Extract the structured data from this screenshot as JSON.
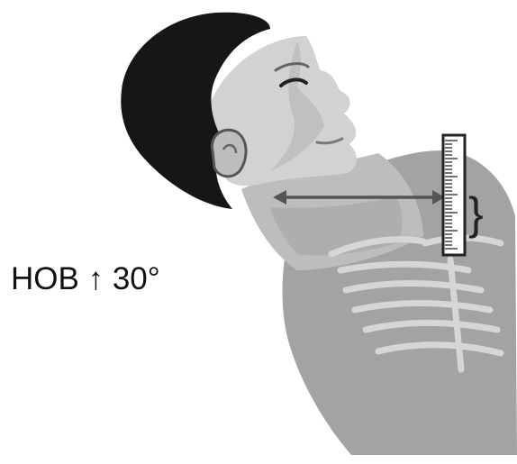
{
  "label": {
    "hob_prefix": "HOB",
    "arrow_glyph": "↑",
    "angle": "30°"
  },
  "colors": {
    "hair": "#151515",
    "skin": "#cfcfcf",
    "skin_shadow": "#a9a9a9",
    "torso": "#9c9c9c",
    "bone": "#c9c9c9",
    "measure_line": "#555555",
    "text": "#111111"
  },
  "figure": {
    "subject": "supine-patient-head-elevated",
    "measurement": "horizontal-line-ear-to-ruler",
    "bracket_glyph": "}"
  }
}
